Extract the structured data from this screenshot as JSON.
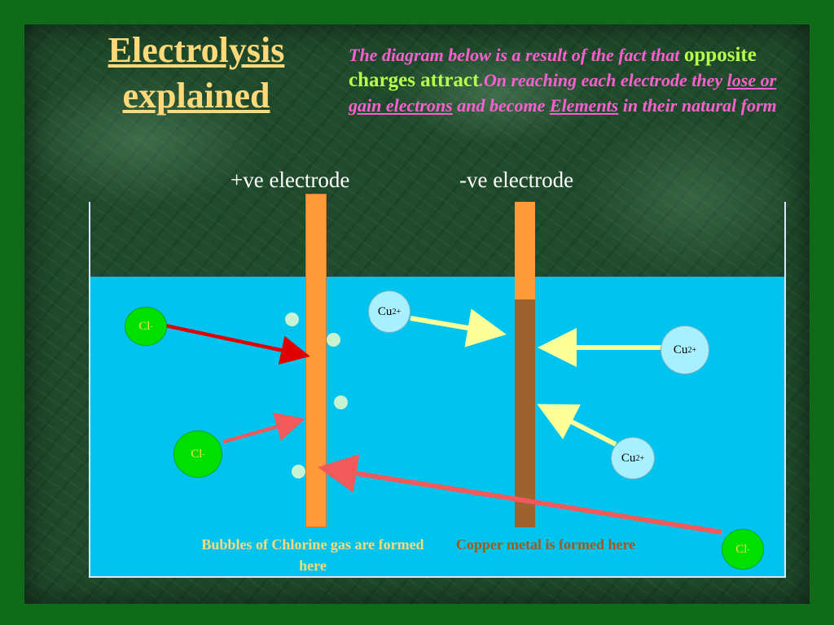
{
  "title": {
    "line1": "Electrolysis",
    "line2": "explained"
  },
  "description": {
    "part1": "The diagram below is a result of the fact that ",
    "highlight": "opposite charges attract",
    "part2": ".On reaching each electrode they ",
    "underline1": "lose or gain electrons",
    "part3": " and become ",
    "underline2": "Elements",
    "part4": " in their natural form"
  },
  "electrodes": {
    "positive_label": "+ve electrode",
    "negative_label": "-ve electrode"
  },
  "ions": {
    "cl_base": "Cl",
    "cl_charge": "-",
    "cu_base": "Cu",
    "cu_charge": "2+"
  },
  "captions": {
    "chlorine": "Bubbles of Chlorine gas are formed here",
    "copper": "Copper metal is formed here"
  },
  "colors": {
    "background": "#0f6a1a",
    "title": "#ffd97a",
    "description": "#ff5fd0",
    "highlight": "#b6ff4a",
    "water": "#00c4f0",
    "anode": "#ff9a3a",
    "cathode_copper": "#9c6230",
    "chloride_ion": "#00e000",
    "copper_ion": "#a8f0ff",
    "chloride_arrow": "#f05a5a",
    "copper_arrow": "#ffff99"
  }
}
